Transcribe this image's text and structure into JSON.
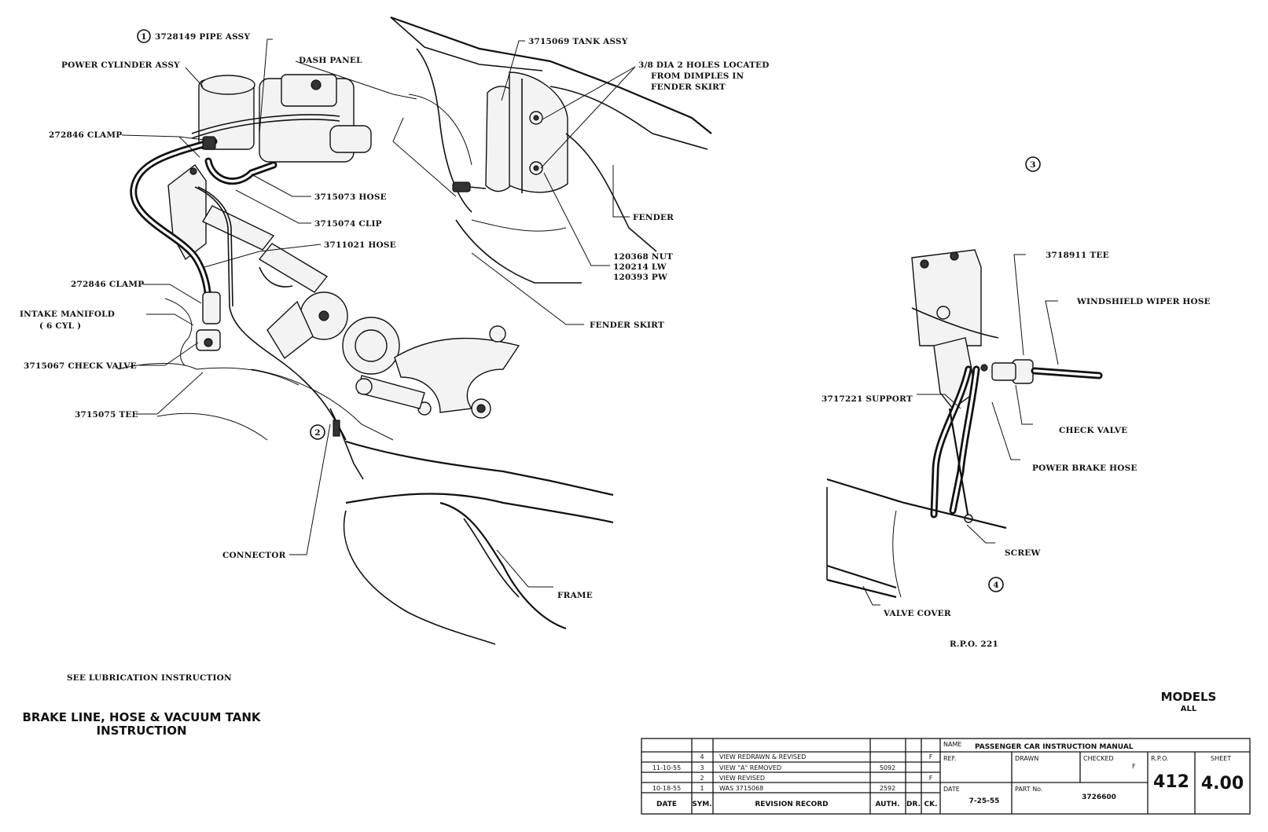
{
  "labels": {
    "pipe_assy": "3728149 PIPE ASSY",
    "pipe_assy_num": "1",
    "power_cylinder": "POWER CYLINDER ASSY",
    "clamp_top": "272846 CLAMP",
    "hose_3715073": "3715073 HOSE",
    "clip_3715074": "3715074 CLIP",
    "hose_3711021": "3711021 HOSE",
    "clamp_lower": "272846 CLAMP",
    "intake_manifold_1": "INTAKE MANIFOLD",
    "intake_manifold_2": "( 6 CYL )",
    "check_valve_left": "3715067 CHECK VALVE",
    "tee_3715075": "3715075 TEE",
    "dash_panel": "DASH PANEL",
    "tank_assy": "3715069 TANK ASSY",
    "holes_1": "3/8 DIA 2 HOLES LOCATED",
    "holes_2": "FROM DIMPLES IN",
    "holes_3": "FENDER SKIRT",
    "fender": "FENDER",
    "nut_1": "120368 NUT",
    "nut_2": "120214 LW",
    "nut_3": "120393 PW",
    "fender_skirt": "FENDER SKIRT",
    "connector": "CONNECTOR",
    "frame": "FRAME",
    "circle_2": "2",
    "circle_3": "3",
    "circle_4": "4",
    "tee_3718911": "3718911 TEE",
    "wiper_hose": "WINDSHIELD WIPER HOSE",
    "support": "3717221 SUPPORT",
    "check_valve_right": "CHECK VALVE",
    "power_brake_hose": "POWER BRAKE HOSE",
    "screw": "SCREW",
    "valve_cover": "VALVE COVER",
    "rpo": "R.P.O.  221",
    "lubrication": "SEE LUBRICATION INSTRUCTION"
  },
  "title": {
    "line1": "BRAKE LINE, HOSE & VACUUM TANK",
    "line2": "INSTRUCTION"
  },
  "models": {
    "heading": "MODELS",
    "value": "ALL"
  },
  "title_block": {
    "revisions": [
      {
        "date": "",
        "sym": "4",
        "record": "VIEW REDRAWN & REVISED",
        "auth": "",
        "dr": "",
        "ck": "F"
      },
      {
        "date": "11-10-55",
        "sym": "3",
        "record": "VIEW \"A\" REMOVED",
        "auth": "5092",
        "dr": "",
        "ck": ""
      },
      {
        "date": "",
        "sym": "2",
        "record": "VIEW REVISED",
        "auth": "",
        "dr": "",
        "ck": "F"
      },
      {
        "date": "10-18-55",
        "sym": "1",
        "record": "WAS 3715068",
        "auth": "2592",
        "dr": "",
        "ck": ""
      }
    ],
    "head_date": "DATE",
    "head_sym": "SYM.",
    "head_record": "REVISION RECORD",
    "head_auth": "AUTH.",
    "head_dr": "DR.",
    "head_ck": "CK.",
    "name_label": "NAME",
    "name_value": "PASSENGER CAR INSTRUCTION MANUAL",
    "ref_label": "REF.",
    "drawn_label": "DRAWN",
    "checked_label": "CHECKED",
    "checked_value": "F",
    "rpo_label": "R.P.O.",
    "rpo_value": "412",
    "sheet_label": "SHEET",
    "sheet_value": "4.00",
    "date_label": "DATE",
    "date_value": "7-25-55",
    "part_label": "PART No.",
    "part_value": "3726600"
  }
}
